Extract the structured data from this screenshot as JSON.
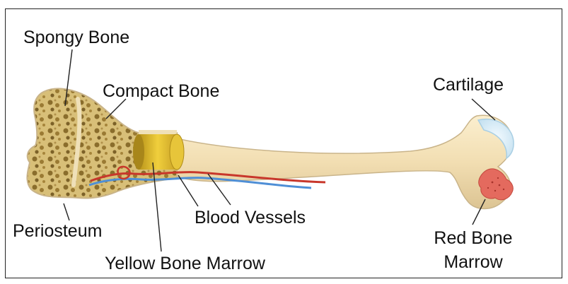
{
  "labels": {
    "spongy_bone": "Spongy Bone",
    "compact_bone": "Compact Bone",
    "cartilage": "Cartilage",
    "blood_vessels": "Blood Vessels",
    "periosteum": "Periosteum",
    "yellow_bone_marrow": "Yellow Bone Marrow",
    "red_bone_marrow_line1": "Red Bone",
    "red_bone_marrow_line2": "Marrow"
  },
  "colors": {
    "bone": "#f2deb2",
    "bone_outline": "#c9b48a",
    "spongy": "#c8a64a",
    "yellow_marrow": "#d9b52a",
    "red_marrow": "#e46a5e",
    "cartilage": "#dceef7",
    "artery": "#c8372b",
    "vein": "#4f8fd6"
  }
}
